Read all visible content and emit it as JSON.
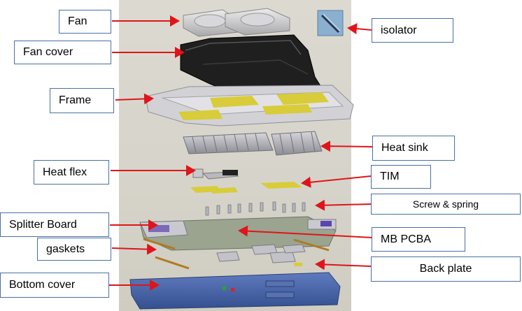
{
  "labels": {
    "fan": "Fan",
    "fan_cover": "Fan cover",
    "frame": "Frame",
    "heat_flex": "Heat flex",
    "splitter_board": "Splitter Board",
    "gaskets": "gaskets",
    "bottom_cover": "Bottom cover",
    "isolator": "isolator",
    "heat_sink": "Heat sink",
    "tim": "TIM",
    "screw_spring": "Screw & spring",
    "mb_pcba": "MB PCBA",
    "back_plate": "Back plate"
  },
  "colors": {
    "label_border": "#4a6fa5",
    "arrow": "#e0141a",
    "part_gray": "#c9c9cc",
    "part_dark": "#1e1e1e",
    "part_yellow": "#d8cc3a",
    "part_blue": "#4b67a8",
    "board_green": "#9aa48f"
  }
}
